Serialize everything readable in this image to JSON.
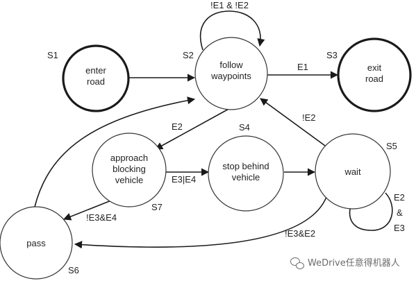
{
  "states": {
    "s1": {
      "id": "S1",
      "line1": "enter",
      "line2": "road"
    },
    "s2": {
      "id": "S2",
      "line1": "follow",
      "line2": "waypoints"
    },
    "s3": {
      "id": "S3",
      "line1": "exit",
      "line2": "road"
    },
    "s4": {
      "id": "S4",
      "line1": "stop behind",
      "line2": "vehicle"
    },
    "s5": {
      "id": "S5",
      "line1": "wait"
    },
    "s6": {
      "id": "S6",
      "line1": "pass"
    },
    "s7": {
      "id": "S7",
      "line1": "approach",
      "line2": "blocking",
      "line3": "vehicle"
    }
  },
  "transitions": {
    "s2_loop": "!E1 & !E2",
    "s2_to_s3": "E1",
    "s2_to_s7": "E2",
    "s7_to_s4": "E3|E4",
    "s7_to_s6": "!E3&E4",
    "s5_to_s2": "!E2",
    "s5_loop_line1": "E2",
    "s5_loop_line2": "&",
    "s5_loop_line3": "E3",
    "s5_to_s6": "!E3&E2"
  },
  "watermark": {
    "text": "WeDrive任意得机器人"
  },
  "colors": {
    "stroke": "#1a1a1a",
    "background": "#ffffff"
  }
}
